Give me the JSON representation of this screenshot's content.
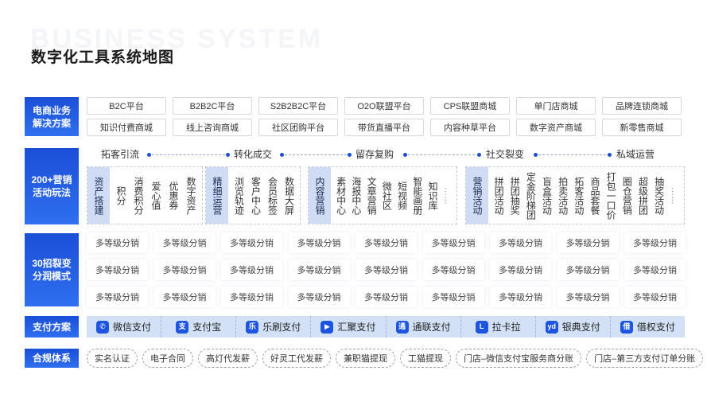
{
  "background_text": "BUSINESS SYSTEM",
  "title": "数字化工具系统地图",
  "colors": {
    "primary": "#1a4fd6",
    "light_blue": "#d3e1f7",
    "head_blue": "#cfdcf4"
  },
  "rows": {
    "ecommerce": {
      "label_line1": "电商业务",
      "label_line2": "解决方案",
      "items": [
        "B2C平台",
        "B2B2C平台",
        "S2B2B2C平台",
        "O2O联盟平台",
        "CPS联盟商城",
        "单门店商城",
        "品牌连锁商城",
        "知识付费商城",
        "线上咨询商城",
        "社区团购平台",
        "带货直播平台",
        "内容种草平台",
        "数字资产商城",
        "新零售商城"
      ]
    },
    "marketing": {
      "label_line1": "200+营销",
      "label_line2": "活动玩法",
      "stages": [
        "拓客引流",
        "转化成交",
        "留存复购",
        "社交裂变",
        "私域运营"
      ],
      "groups": [
        {
          "head": "资产搭建",
          "items": [
            "积分",
            "消费积分",
            "爱心值",
            "优惠券",
            "数字资产"
          ],
          "more": ""
        },
        {
          "head": "精细运营",
          "items": [
            "浏览轨迹",
            "客户中心",
            "会员标签",
            "数据大屏"
          ],
          "more": ""
        },
        {
          "head": "内容营销",
          "items": [
            "素材中心",
            "海报中心",
            "文章营销",
            "微社区",
            "短视频",
            "智能画册",
            "知识库"
          ],
          "more": "……"
        },
        {
          "head": "营销活动",
          "items": [
            "拼团活动",
            "拼团抽奖",
            "定金阶梯团",
            "盲盒活动",
            "拍卖活动",
            "拓客活动",
            "商品套餐",
            "打包一口价",
            "圈仓营销",
            "超级拼团",
            "抽奖活动"
          ],
          "more": "……"
        }
      ]
    },
    "fission": {
      "label_line1": "30招裂变",
      "label_line2": "分润模式",
      "items": [
        "多等级分销",
        "多等级分销",
        "多等级分销",
        "多等级分销",
        "多等级分销",
        "多等级分销",
        "多等级分销",
        "多等级分销",
        "多等级分销",
        "多等级分销",
        "多等级分销",
        "多等级分销",
        "多等级分销",
        "多等级分销",
        "多等级分销",
        "多等级分销",
        "多等级分销",
        "多等级分销",
        "多等级分销",
        "多等级分销",
        "多等级分销",
        "多等级分销",
        "多等级分销",
        "多等级分销",
        "多等级分销",
        "多等级分销",
        "多等级分销"
      ]
    },
    "payment": {
      "label": "支付方案",
      "items": [
        {
          "label": "微信支付",
          "icon": "wechat-pay-icon",
          "glyph": "✆"
        },
        {
          "label": "支付宝",
          "icon": "alipay-icon",
          "glyph": "支"
        },
        {
          "label": "乐刷支付",
          "icon": "leshua-icon",
          "glyph": "乐"
        },
        {
          "label": "汇聚支付",
          "icon": "huiju-icon",
          "glyph": "▶"
        },
        {
          "label": "通联支付",
          "icon": "allinpay-icon",
          "glyph": "通"
        },
        {
          "label": "拉卡拉",
          "icon": "lakala-icon",
          "glyph": "L"
        },
        {
          "label": "银典支付",
          "icon": "yindian-icon",
          "glyph": "yd"
        },
        {
          "label": "借权支付",
          "icon": "jiequan-icon",
          "glyph": "借"
        }
      ]
    },
    "compliance": {
      "label": "合规体系",
      "items": [
        "实名认证",
        "电子合同",
        "高灯代发薪",
        "好灵工代发薪",
        "兼职猫提现",
        "工猫提现",
        "门店–微信支付宝服务商分账",
        "门店–第三方支付订单分账"
      ]
    }
  }
}
